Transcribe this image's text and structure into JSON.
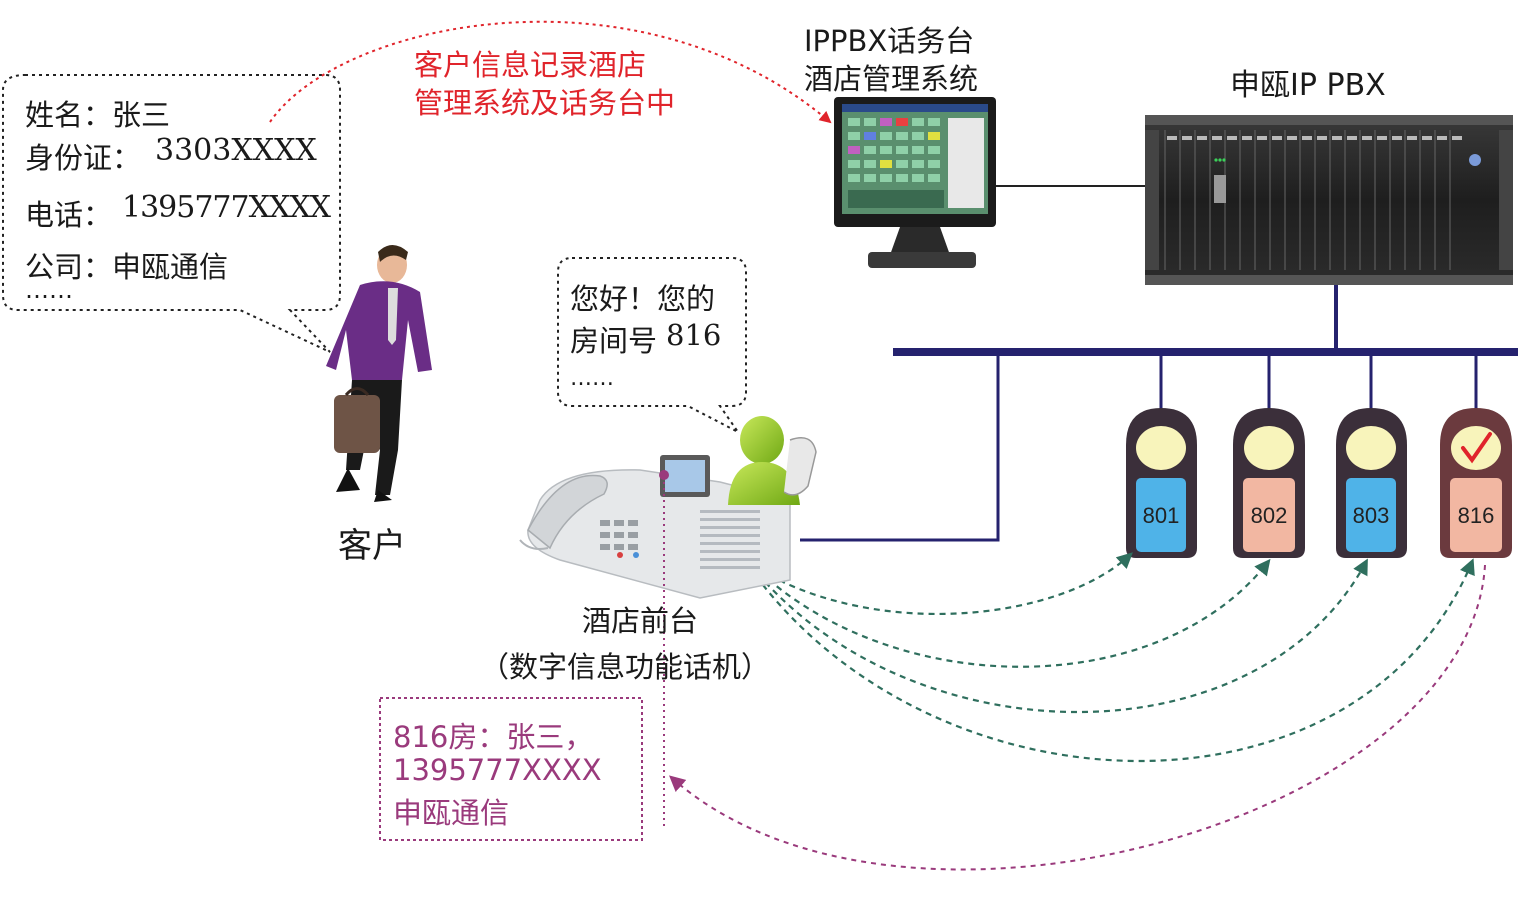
{
  "customer_card": {
    "name_line": "姓名：张三",
    "id_label": "身份证：",
    "id_value": "3303XXXX",
    "phone_label": "电话：",
    "phone_value": "1395777XXXX",
    "company_line": "公司：申瓯通信",
    "ellipsis": "……"
  },
  "customer_label": "客户",
  "record_note": {
    "line1": "客户信息记录酒店",
    "line2": "管理系统及话务台中"
  },
  "console_title": {
    "line1": "IPPBX话务台",
    "line2": "酒店管理系统"
  },
  "pbx_title": "申瓯IP PBX",
  "greeting": {
    "line1": "您好！您的",
    "line2_prefix": "房间号",
    "line2_value": "816",
    "ellipsis": "……"
  },
  "front_desk": {
    "line1": "酒店前台",
    "line2": "（数字信息功能话机）"
  },
  "info_display": {
    "line1": "816房：张三，",
    "line2": "1395777XXXX",
    "line3": "申瓯通信"
  },
  "rooms": [
    {
      "number": "801",
      "state": "vacant",
      "color": "#4fb3e8"
    },
    {
      "number": "802",
      "state": "vacant",
      "color": "#f2b7a2"
    },
    {
      "number": "803",
      "state": "vacant",
      "color": "#4fb3e8"
    },
    {
      "number": "816",
      "state": "checked-in",
      "color": "#f2b7a2"
    }
  ],
  "colors": {
    "bus_line": "#25226e",
    "red_arrow": "#e0242b",
    "green_dashed": "#2f6f5e",
    "purple_dashed": "#9a3a7c",
    "check_mark": "#e0242b"
  },
  "icons": {
    "person": "walking-businessman-icon",
    "monitor": "console-monitor-icon",
    "pbx": "pbx-chassis-icon",
    "phone": "front-desk-phone-icon",
    "agent": "receptionist-headset-icon",
    "check": "check-mark-icon"
  }
}
